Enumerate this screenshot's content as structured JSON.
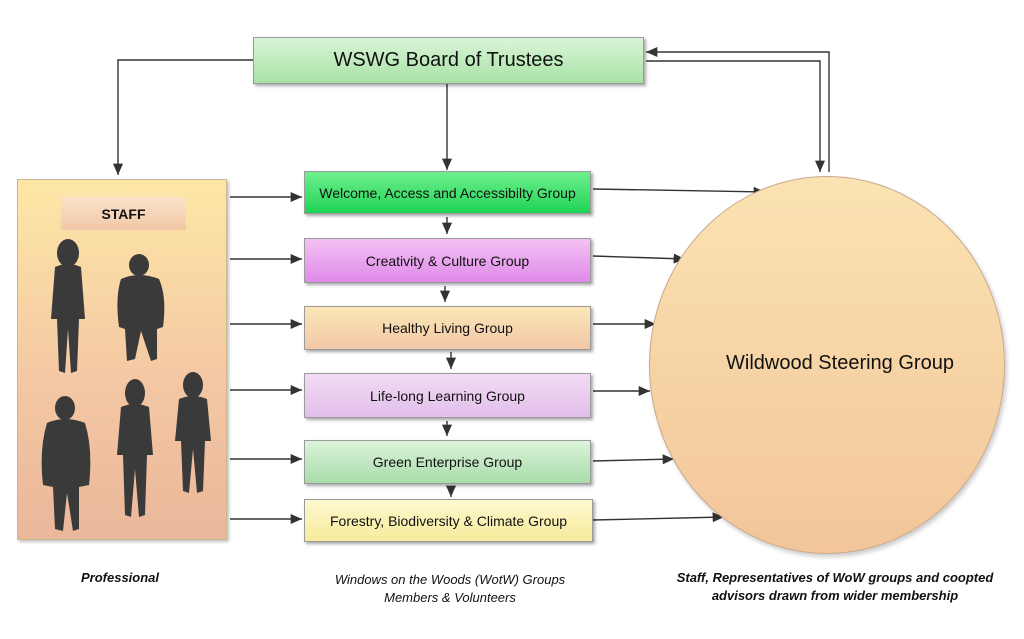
{
  "diagram": {
    "board": {
      "label": "WSWG  Board of Trustees"
    },
    "staff": {
      "label": "STAFF"
    },
    "groups": [
      {
        "label": "Welcome, Access and Accessibilty Group"
      },
      {
        "label": "Creativity & Culture Group"
      },
      {
        "label": "Healthy Living Group"
      },
      {
        "label": "Life-long Learning Group"
      },
      {
        "label": "Green Enterprise Group"
      },
      {
        "label": "Forestry, Biodiversity & Climate Group"
      }
    ],
    "steering": {
      "label": "Wildwood Steering Group"
    },
    "captions": {
      "professional": "Professional",
      "wotw_line1": "Windows on the Woods (WotW) Groups",
      "wotw_line2": "Members & Volunteers",
      "staff_line1": "Staff,  Representatives  of WoW groups and coopted",
      "staff_line2": "advisors drawn from wider membership"
    },
    "colors": {
      "arrow": "#333333",
      "silhouette": "#3a3a3a"
    }
  }
}
